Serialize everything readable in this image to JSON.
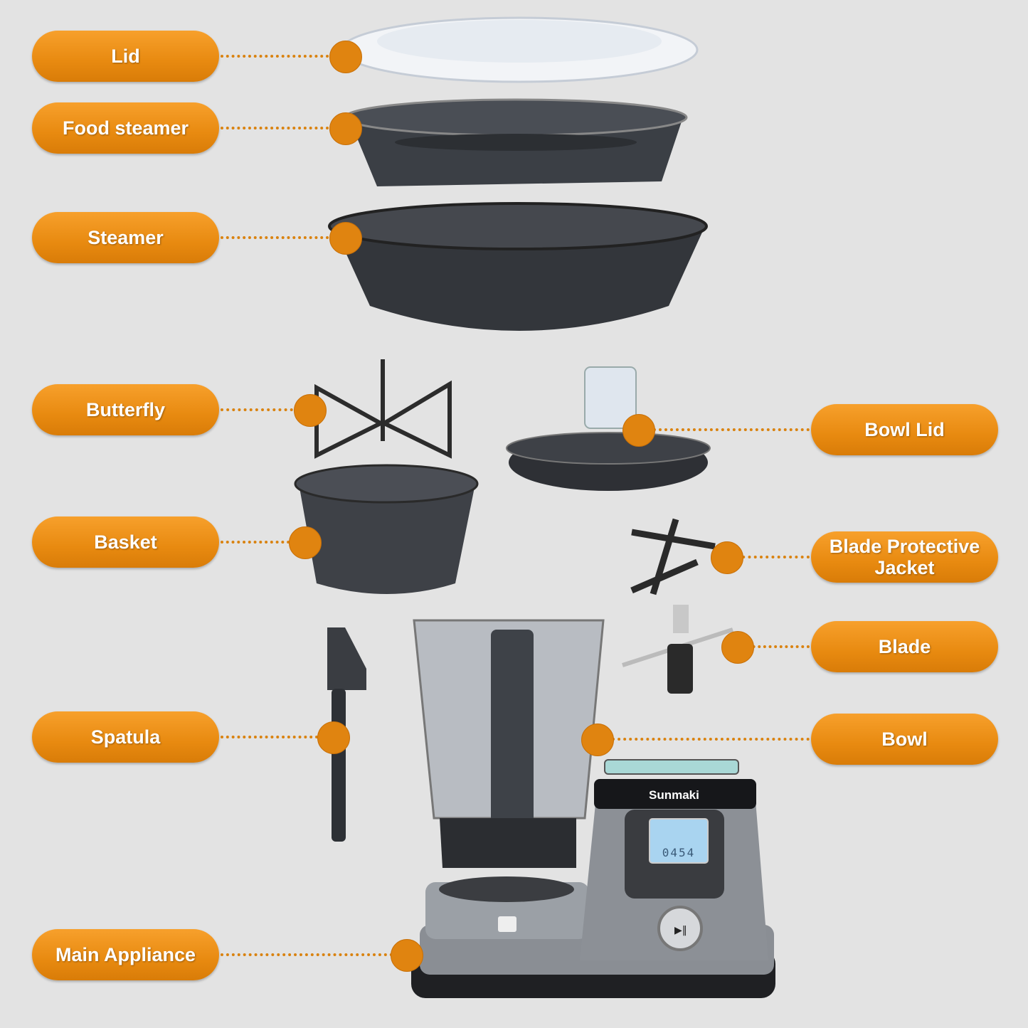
{
  "labels_left": [
    {
      "id": "lid",
      "text": "Lid"
    },
    {
      "id": "food-steamer",
      "text": "Food steamer"
    },
    {
      "id": "steamer",
      "text": "Steamer"
    },
    {
      "id": "butterfly",
      "text": "Butterfly"
    },
    {
      "id": "basket",
      "text": "Basket"
    },
    {
      "id": "spatula",
      "text": "Spatula"
    },
    {
      "id": "main-appliance",
      "text": "Main Appliance"
    }
  ],
  "labels_right": [
    {
      "id": "bowl-lid",
      "text": "Bowl Lid"
    },
    {
      "id": "blade-protective-jacket",
      "text": "Blade Protective Jacket"
    },
    {
      "id": "blade",
      "text": "Blade"
    },
    {
      "id": "bowl",
      "text": "Bowl"
    }
  ],
  "appliance": {
    "brand": "Sunmaki",
    "display": "0454"
  },
  "colors": {
    "accent": "#e88a10",
    "background": "#e3e3e3"
  }
}
